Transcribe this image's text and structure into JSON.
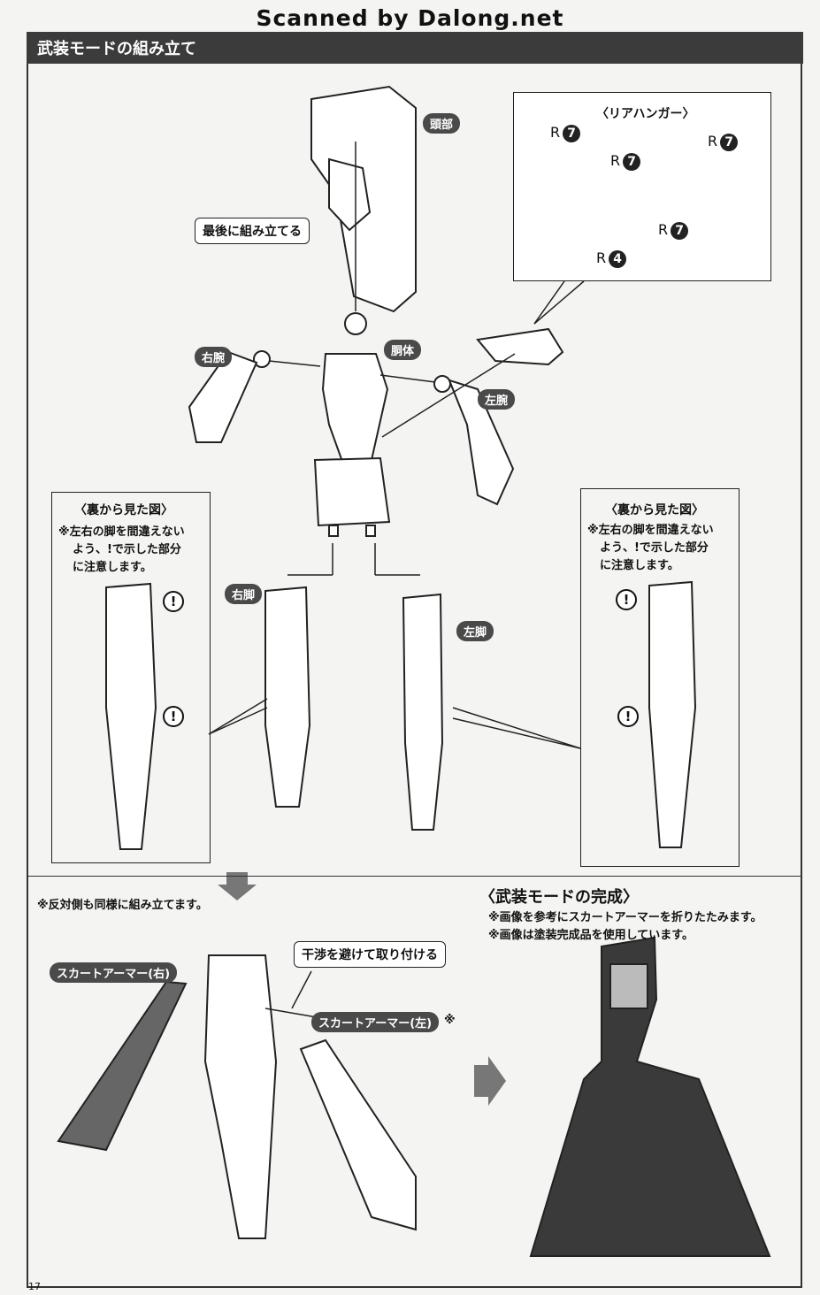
{
  "watermark": "Scanned by Dalong.net",
  "section_title": "武装モードの組み立て",
  "labels": {
    "head": "頭部",
    "torso": "胴体",
    "right_arm": "右腕",
    "left_arm": "左腕",
    "right_leg": "右脚",
    "left_leg": "左脚",
    "assemble_last": "最後に組み立てる"
  },
  "rear_hanger": {
    "title": "〈リアハンガー〉",
    "parts": [
      "R",
      "R",
      "R",
      "R",
      "R"
    ],
    "numbers": [
      "7",
      "7",
      "7",
      "7",
      "4"
    ]
  },
  "back_view_left": {
    "title": "〈裏から見た図〉",
    "note_line1": "※左右の脚を間違えない",
    "note_line2": "よう、!で示した部分",
    "note_line3": "に注意します。"
  },
  "back_view_right": {
    "title": "〈裏から見た図〉",
    "note_line1": "※左右の脚を間違えない",
    "note_line2": "よう、!で示した部分",
    "note_line3": "に注意します。"
  },
  "bottom_left": {
    "note": "※反対側も同様に組み立てます。",
    "skirt_right": "スカートアーマー(右)",
    "skirt_left": "スカートアーマー(左)",
    "skirt_left_mark": "※",
    "avoid_interference": "干渉を避けて取り付ける"
  },
  "completion": {
    "title": "〈武装モードの完成〉",
    "note1": "※画像を参考にスカートアーマーを折りたたみます。",
    "note2": "※画像は塗装完成品を使用しています。"
  },
  "page_number": "17"
}
